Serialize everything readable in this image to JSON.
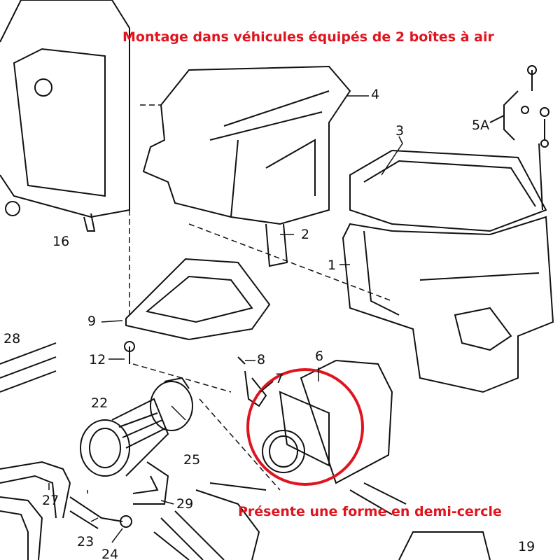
{
  "title": "Montage dans véhicules équipés de 2 boîtes à air",
  "annotation": "Présente une forme en demi-cercle",
  "highlight_color": "#e0141e",
  "part_labels": {
    "p1": "1",
    "p2": "2",
    "p3": "3",
    "p4": "4",
    "p5a": "5A",
    "p6": "6",
    "p7": "7",
    "p8": "8",
    "p9": "9",
    "p12": "12",
    "p16": "16",
    "p19": "19",
    "p22": "22",
    "p23": "23",
    "p24": "24",
    "p25": "25",
    "p27": "27",
    "p28": "28",
    "p29": "29"
  }
}
